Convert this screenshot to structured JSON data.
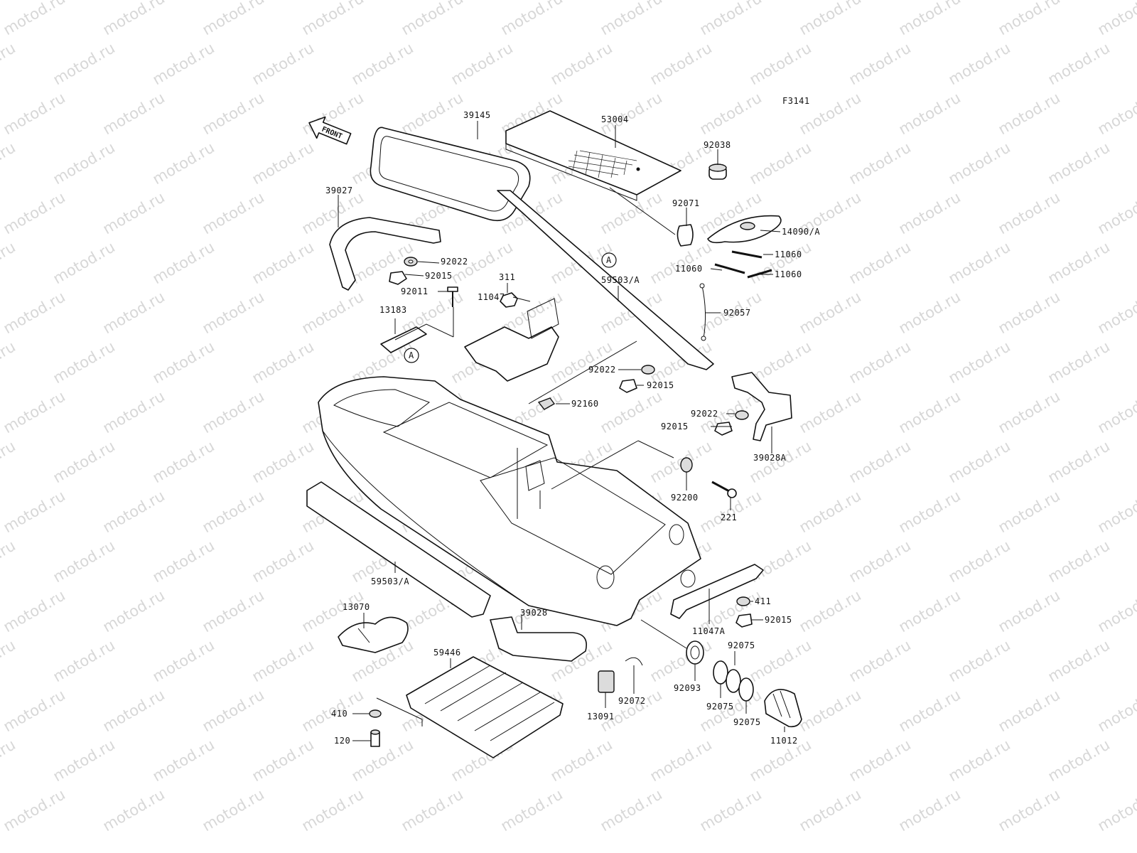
{
  "diagram_code": "F3141",
  "watermark": "motod.ru",
  "front_arrow": "FRONT",
  "ref_marker": "A",
  "callouts": {
    "c39145": "39145",
    "c53004": "53004",
    "c92038": "92038",
    "c39027": "39027",
    "c92071": "92071",
    "c14090A": "14090/A",
    "c92022a": "92022",
    "c11060a": "11060",
    "c92015a": "92015",
    "c11060b": "11060",
    "c11060c": "11060",
    "c311": "311",
    "c59503Atop": "59503/A",
    "c92011": "92011",
    "c11047": "11047",
    "c13183": "13183",
    "c92057": "92057",
    "c92022b": "92022",
    "c92015b": "92015",
    "c92160": "92160",
    "c92022c": "92022",
    "c92015c": "92015",
    "c39028A": "39028A",
    "c92200": "92200",
    "c221": "221",
    "c59503Abot": "59503/A",
    "c13070": "13070",
    "c39028": "39028",
    "c411": "411",
    "c11047A": "11047A",
    "c92015d": "92015",
    "c92075a": "92075",
    "c59446": "59446",
    "c92093": "92093",
    "c92072": "92072",
    "c92075b": "92075",
    "c13091": "13091",
    "c92075c": "92075",
    "c410": "410",
    "c11012": "11012",
    "c120": "120"
  }
}
